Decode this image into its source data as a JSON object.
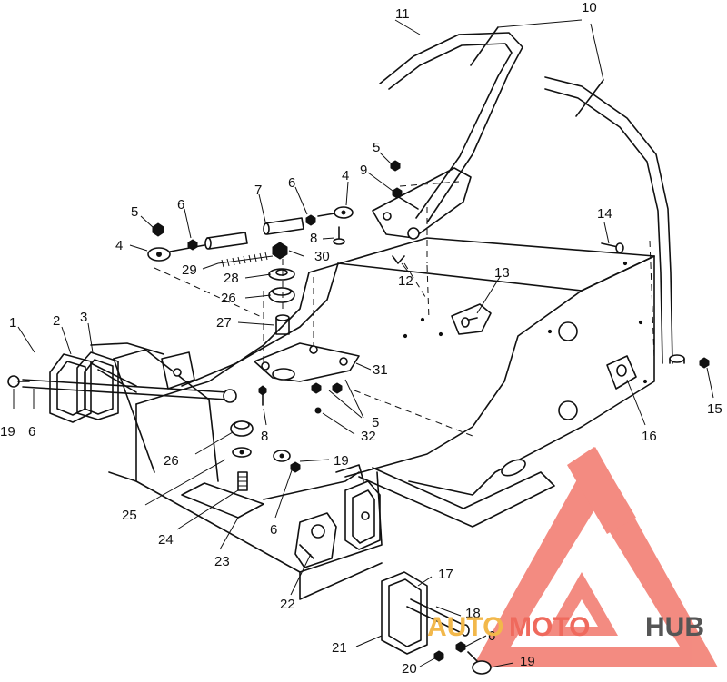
{
  "labels": [
    {
      "id": "l1",
      "text": "1"
    },
    {
      "id": "l2",
      "text": "2"
    },
    {
      "id": "l3",
      "text": "3"
    },
    {
      "id": "l4a",
      "text": "4"
    },
    {
      "id": "l4b",
      "text": "4"
    },
    {
      "id": "l5a",
      "text": "5"
    },
    {
      "id": "l5b",
      "text": "5"
    },
    {
      "id": "l5c",
      "text": "5"
    },
    {
      "id": "l6a",
      "text": "6"
    },
    {
      "id": "l6b",
      "text": "6"
    },
    {
      "id": "l6c",
      "text": "6"
    },
    {
      "id": "l6d",
      "text": "6"
    },
    {
      "id": "l6e",
      "text": "6"
    },
    {
      "id": "l7",
      "text": "7"
    },
    {
      "id": "l8a",
      "text": "8"
    },
    {
      "id": "l8b",
      "text": "8"
    },
    {
      "id": "l9",
      "text": "9"
    },
    {
      "id": "l10",
      "text": "10"
    },
    {
      "id": "l11",
      "text": "11"
    },
    {
      "id": "l12",
      "text": "12"
    },
    {
      "id": "l13",
      "text": "13"
    },
    {
      "id": "l14",
      "text": "14"
    },
    {
      "id": "l15",
      "text": "15"
    },
    {
      "id": "l16",
      "text": "16"
    },
    {
      "id": "l17",
      "text": "17"
    },
    {
      "id": "l18",
      "text": "18"
    },
    {
      "id": "l19a",
      "text": "19"
    },
    {
      "id": "l19b",
      "text": "19"
    },
    {
      "id": "l19c",
      "text": "19"
    },
    {
      "id": "l20",
      "text": "20"
    },
    {
      "id": "l21",
      "text": "21"
    },
    {
      "id": "l22",
      "text": "22"
    },
    {
      "id": "l23",
      "text": "23"
    },
    {
      "id": "l24",
      "text": "24"
    },
    {
      "id": "l25",
      "text": "25"
    },
    {
      "id": "l26a",
      "text": "26"
    },
    {
      "id": "l26b",
      "text": "26"
    },
    {
      "id": "l27",
      "text": "27"
    },
    {
      "id": "l28",
      "text": "28"
    },
    {
      "id": "l29",
      "text": "29"
    },
    {
      "id": "l30",
      "text": "30"
    },
    {
      "id": "l31",
      "text": "31"
    },
    {
      "id": "l32",
      "text": "32"
    }
  ],
  "watermark": {
    "part1": "AUTO",
    "part2": "MOTO",
    "part3": "HUB",
    "colors": {
      "auto": "#f2b84b",
      "moto": "#ef6a5d",
      "hub": "#555555",
      "logo": "#f06b5e"
    }
  }
}
